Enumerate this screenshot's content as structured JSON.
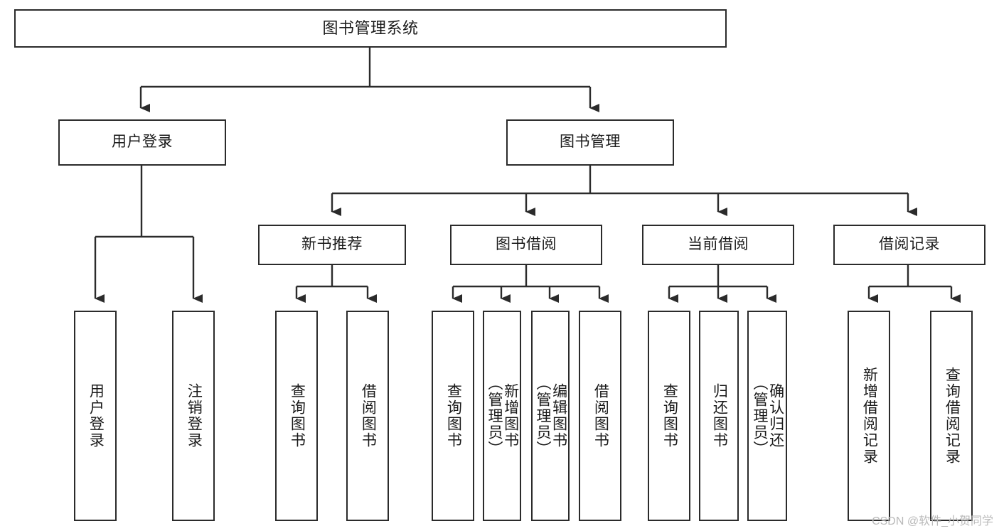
{
  "diagram": {
    "title": "图书管理系统",
    "type": "tree",
    "watermark": "CSDN @软件_小贺同学",
    "colors": {
      "box_border": "#2b2b2b",
      "box_fill": "#ffffff",
      "connector": "#2b2b2b",
      "text": "#1a1a1a",
      "watermark": "#b9b9b9"
    },
    "levels": {
      "root": [
        "图书管理系统"
      ],
      "level2": [
        "用户登录",
        "图书管理"
      ],
      "level3": [
        "新书推荐",
        "图书借阅",
        "当前借阅",
        "借阅记录"
      ],
      "leaves": [
        "用户登录",
        "注销登录",
        "查询图书",
        "借阅图书",
        "查询图书",
        "新增图书（管理员）",
        "编辑图书（管理员）",
        "借阅图书",
        "查询图书",
        "归还图书",
        "确认归还（管理员）",
        "新增借阅记录",
        "查询借阅记录"
      ]
    },
    "nodes": {
      "root": {
        "label": "图书管理系统"
      },
      "user_login": {
        "label": "用户登录"
      },
      "book_manage": {
        "label": "图书管理"
      },
      "new_book_rec": {
        "label": "新书推荐"
      },
      "book_borrow": {
        "label": "图书借阅"
      },
      "current_borrow": {
        "label": "当前借阅"
      },
      "borrow_record": {
        "label": "借阅记录"
      },
      "leaf_user_login": {
        "label": "用户登录"
      },
      "leaf_logout": {
        "label": "注销登录"
      },
      "leaf_query_book_1": {
        "label": "查询图书"
      },
      "leaf_borrow_book_1": {
        "label": "借阅图书"
      },
      "leaf_query_book_2": {
        "label": "查询图书"
      },
      "leaf_add_book": {
        "label": "新增图书\n（管理员）"
      },
      "leaf_edit_book": {
        "label": "编辑图书\n（管理员）"
      },
      "leaf_borrow_book_2": {
        "label": "借阅图书"
      },
      "leaf_query_book_3": {
        "label": "查询图书"
      },
      "leaf_return_book": {
        "label": "归还图书"
      },
      "leaf_confirm_return": {
        "label": "确认归还\n（管理员）"
      },
      "leaf_add_record": {
        "label": "新增借阅记录"
      },
      "leaf_query_record": {
        "label": "查询借阅记录"
      }
    }
  }
}
